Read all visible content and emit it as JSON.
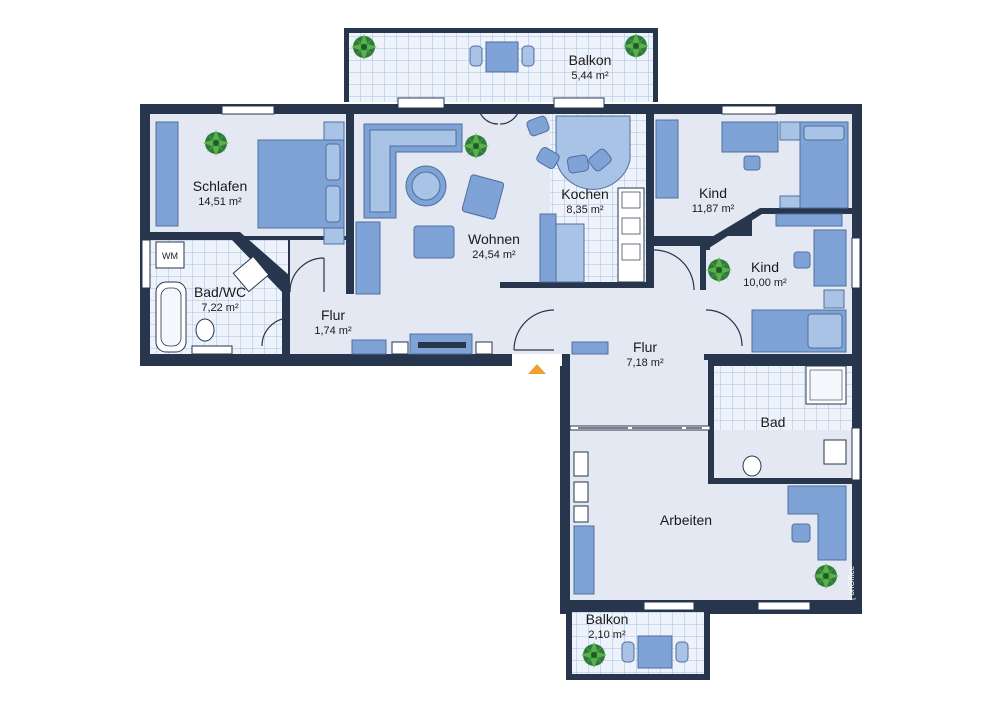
{
  "rooms": {
    "balkon_top": {
      "name": "Balkon",
      "area": "5,44 m²"
    },
    "schlafen": {
      "name": "Schlafen",
      "area": "14,51 m²"
    },
    "wohnen": {
      "name": "Wohnen",
      "area": "24,54 m²"
    },
    "kochen": {
      "name": "Kochen",
      "area": "8,35 m²"
    },
    "kind1": {
      "name": "Kind",
      "area": "11,87 m²"
    },
    "kind2": {
      "name": "Kind",
      "area": "10,00 m²"
    },
    "bad_wc": {
      "name": "Bad/WC",
      "area": "7,22 m²"
    },
    "flur_left": {
      "name": "Flur",
      "area": "1,74 m²"
    },
    "flur_right": {
      "name": "Flur",
      "area": "7,18 m²"
    },
    "bad": {
      "name": "Bad",
      "area": ""
    },
    "arbeiten": {
      "name": "Arbeiten",
      "area": ""
    },
    "balkon_bottom": {
      "name": "Balkon",
      "area": "2,10 m²"
    }
  },
  "labels": {
    "washing_machine": "WM",
    "brand": "[ onOffice"
  },
  "colors": {
    "wall": "#27364d",
    "floor": "#e3e8f3",
    "furniture": "#7fa3d6",
    "entrance_arrow": "#f0a030"
  },
  "icons": [
    "plant-icon",
    "entrance-arrow-icon"
  ]
}
